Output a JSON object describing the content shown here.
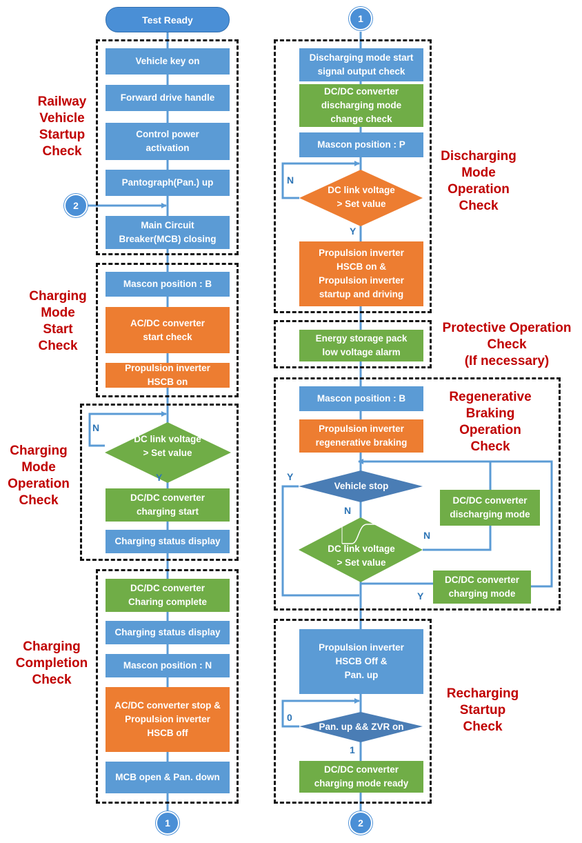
{
  "colors": {
    "blue": "#5b9bd5",
    "green": "#70ad47",
    "orange": "#ed7d31",
    "line": "#5b9bd5",
    "dark_diamond": "#4a7db5",
    "section_text": "#c00000"
  },
  "start": "Test Ready",
  "connectors": {
    "one": "1",
    "two": "2"
  },
  "sections": {
    "railway_startup": "Railway\nVehicle\nStartup\nCheck",
    "charging_start": "Charging\nMode\nStart\nCheck",
    "charging_operation": "Charging\nMode\nOperation\nCheck",
    "charging_completion": "Charging\nCompletion\nCheck",
    "discharging_operation": "Discharging\nMode\nOperation\nCheck",
    "protective": "Protective Operation\nCheck\n(If necessary)",
    "regenerative": "Regenerative\nBraking\nOperation\nCheck",
    "recharging": "Recharging\nStartup\nCheck"
  },
  "left": {
    "vehicle_key": "Vehicle key on",
    "forward_drive": "Forward drive handle",
    "control_power": "Control power\nactivation",
    "pantograph_up": "Pantograph(Pan.) up",
    "mcb_closing": "Main Circuit\nBreaker(MCB) closing",
    "mascon_b": "Mascon position : B",
    "acdc_start": "AC/DC converter\nstart check",
    "inverter_hscb_on": "Propulsion inverter\nHSCB on",
    "dc_link": "DC link voltage\n> Set value",
    "dcdc_charging_start": "DC/DC converter\ncharging start",
    "charging_status_1": "Charging status display",
    "dcdc_charing_complete": "DC/DC converter\nCharing complete",
    "charging_status_2": "Charging status display",
    "mascon_n": "Mascon position : N",
    "acdc_stop": "AC/DC converter stop &\nPropulsion inverter\nHSCB off",
    "mcb_open": "MCB open & Pan. down",
    "label_n": "N",
    "label_y": "Y"
  },
  "right": {
    "discharging_signal": "Discharging mode start\nsignal output check",
    "dcdc_discharging_change": "DC/DC converter\ndischarging mode\nchange check",
    "mascon_p": "Mascon position : P",
    "dc_link_1": "DC link voltage\n> Set value",
    "inverter_startup": "Propulsion inverter\nHSCB on &\nPropulsion inverter\nstartup and driving",
    "energy_storage_alarm": "Energy storage pack\nlow voltage alarm",
    "mascon_b": "Mascon position : B",
    "regen_braking": "Propulsion inverter\nregenerative braking",
    "vehicle_stop": "Vehicle stop",
    "dcdc_discharging_mode": "DC/DC converter\ndischarging mode",
    "dc_link_2": "DC link voltage\n> Set value",
    "dcdc_charging_mode": "DC/DC converter\ncharging mode",
    "inverter_hscb_off": "Propulsion inverter\nHSCB Off &\nPan. up",
    "pan_zvr": "Pan. up && ZVR on",
    "dcdc_charging_ready": "DC/DC converter\ncharging mode ready",
    "label_n_1": "N",
    "label_y_1": "Y",
    "label_y_2": "Y",
    "label_n_2": "N",
    "label_n_3": "N",
    "label_y_3": "Y",
    "label_0": "0",
    "label_1": "1"
  }
}
